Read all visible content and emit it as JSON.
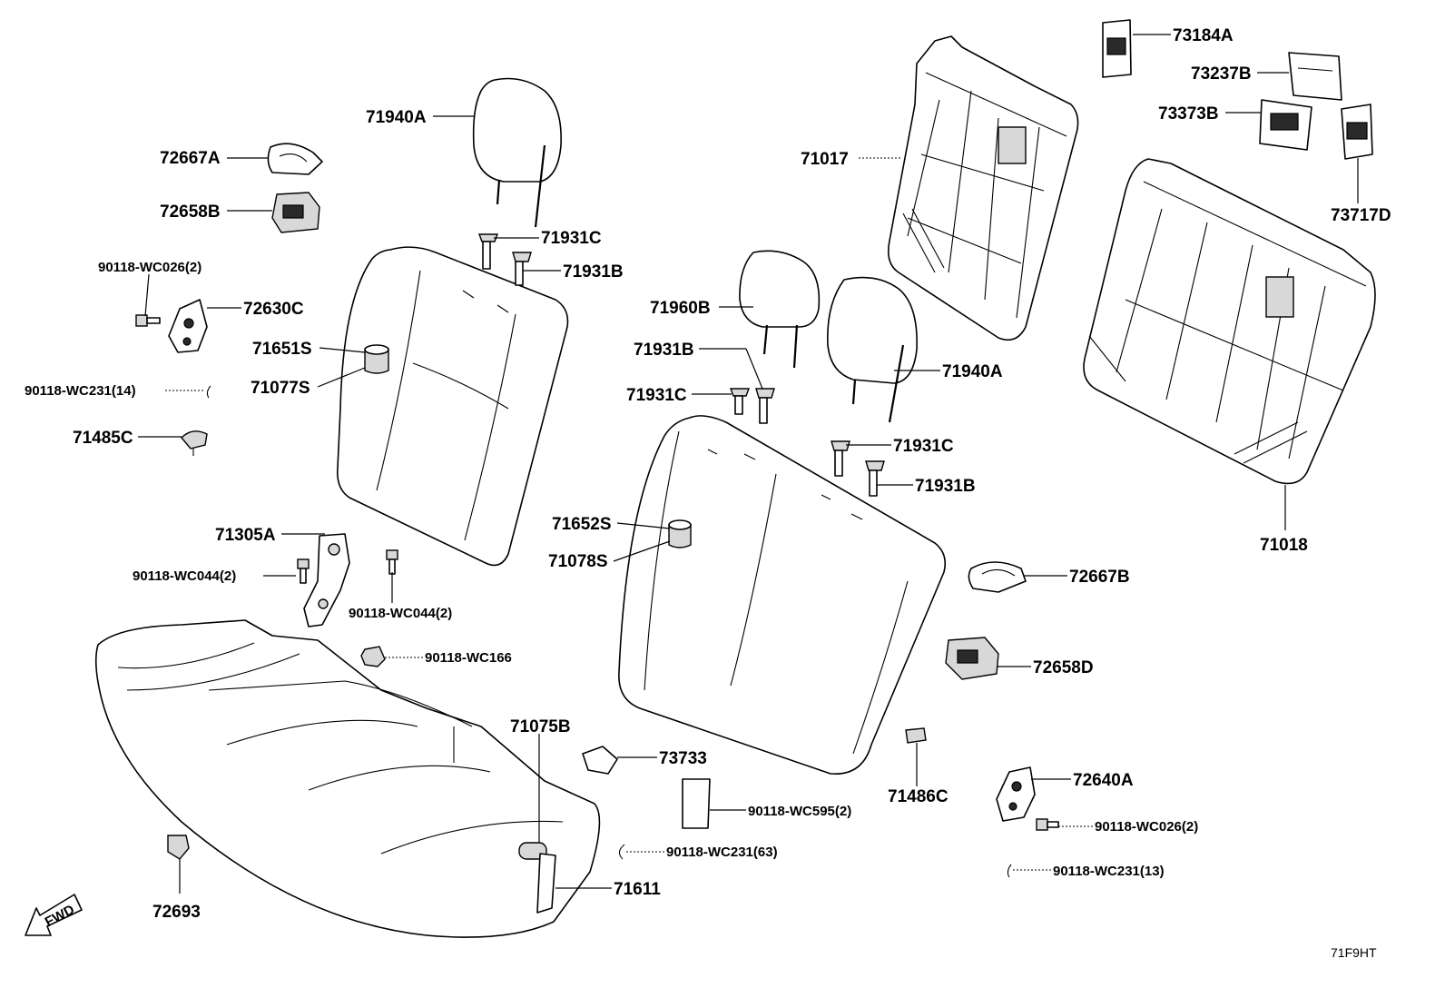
{
  "diagram": {
    "labels": {
      "p71940A_left": "71940A",
      "p72667A": "72667A",
      "p72658B": "72658B",
      "p90118_WC026_2_left": "90118-WC026(2)",
      "p72630C": "72630C",
      "p71651S": "71651S",
      "p71077S": "71077S",
      "p90118_WC231_14": "90118-WC231(14)",
      "p71485C": "71485C",
      "p71931C_top": "71931C",
      "p71931B_top": "71931B",
      "p71305A": "71305A",
      "p90118_WC044_2_left": "90118-WC044(2)",
      "p90118_WC044_2_right": "90118-WC044(2)",
      "p90118_WC166": "90118-WC166",
      "p71075B": "71075B",
      "p72693": "72693",
      "p71611": "71611",
      "p73733": "73733",
      "p90118_WC595_2": "90118-WC595(2)",
      "p90118_WC231_63": "90118-WC231(63)",
      "p71960B": "71960B",
      "p71931B_mid": "71931B",
      "p71931C_mid": "71931C",
      "p71940A_right": "71940A",
      "p71931C_right": "71931C",
      "p71931B_right": "71931B",
      "p71652S": "71652S",
      "p71078S": "71078S",
      "p71486C": "71486C",
      "p71017": "71017",
      "p73184A": "73184A",
      "p73237B": "73237B",
      "p73373B": "73373B",
      "p73717D": "73717D",
      "p71018": "71018",
      "p72667B": "72667B",
      "p72658D": "72658D",
      "p72640A": "72640A",
      "p90118_WC026_2_right": "90118-WC026(2)",
      "p90118_WC231_13": "90118-WC231(13)"
    },
    "fwd_arrow_text": "FWD",
    "figure_code": "71F9HT"
  },
  "colors": {
    "line": "#000000",
    "background": "#ffffff"
  }
}
